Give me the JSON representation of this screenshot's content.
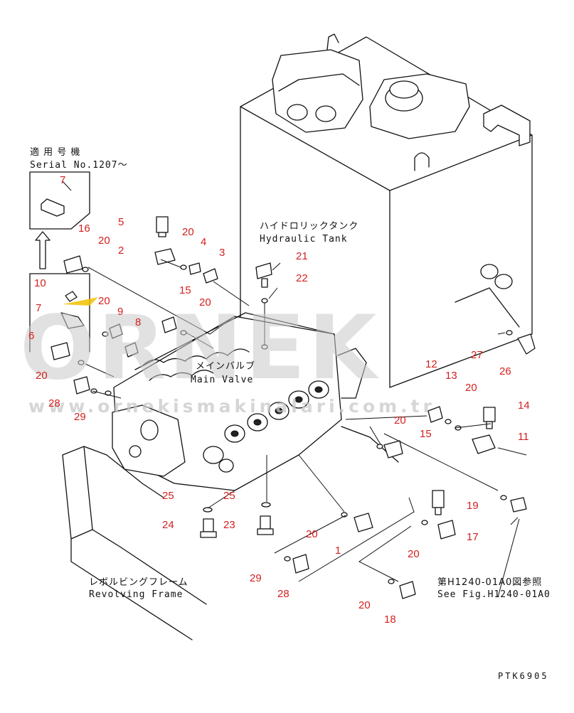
{
  "labels": {
    "serial_jp": "適 用 号 機",
    "serial_en": "Serial No.1207～",
    "tank_jp": "ハイドロリックタンク",
    "tank_en": "Hydraulic Tank",
    "valve_jp": "メインバルブ",
    "valve_en": "Main Valve",
    "frame_jp": "レボルビングフレーム",
    "frame_en": "Revolving Frame",
    "ref_jp": "第H1240-01A0図参照",
    "ref_en": "See Fig.H1240-01A0",
    "drawing_code": "PTK6905"
  },
  "watermark": {
    "brand": "ORNEK",
    "url": "www.ornekismakinalari.com.tr"
  },
  "part_numbers": [
    "7",
    "16",
    "20",
    "5",
    "2",
    "20",
    "4",
    "3",
    "10",
    "7",
    "20",
    "9",
    "8",
    "15",
    "20",
    "6",
    "20",
    "28",
    "29",
    "21",
    "22",
    "12",
    "13",
    "20",
    "14",
    "20",
    "15",
    "11",
    "27",
    "26",
    "25",
    "25",
    "24",
    "23",
    "20",
    "1",
    "19",
    "17",
    "20",
    "29",
    "28",
    "20",
    "18"
  ],
  "colors": {
    "part_number": "#d42020",
    "line": "#111111",
    "watermark": "#c9c9c9",
    "watermark_accent": "#f2c200"
  }
}
